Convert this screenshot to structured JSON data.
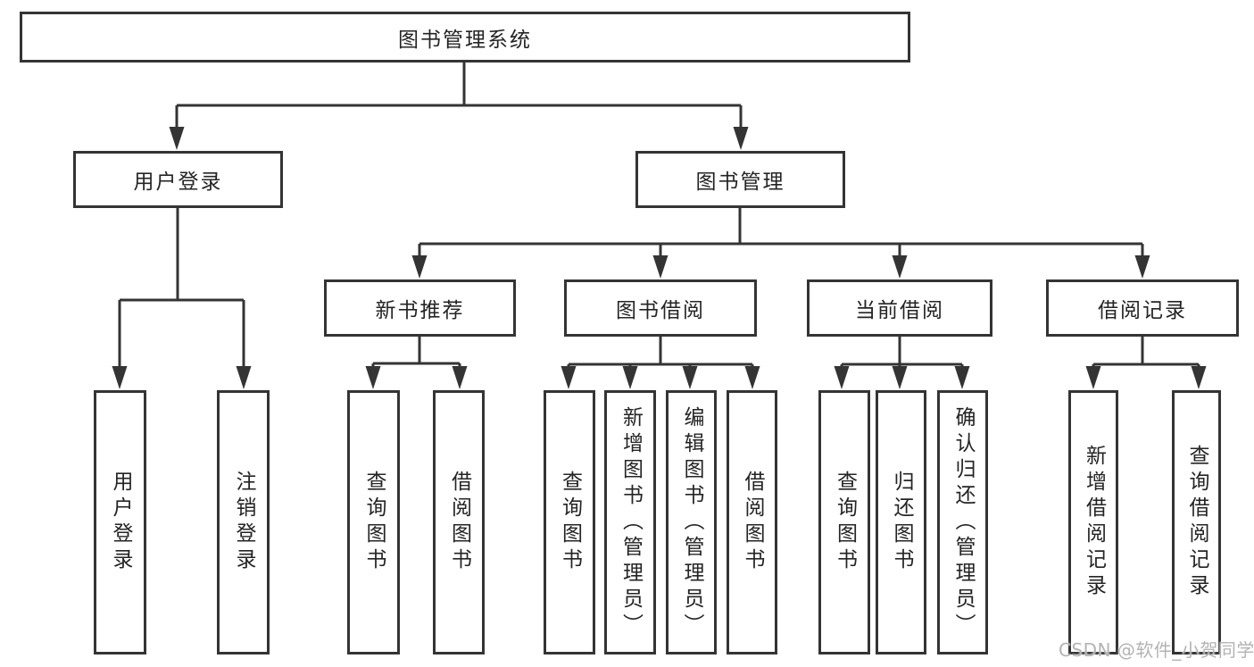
{
  "diagram_type": "hierarchy-tree",
  "colors": {
    "background": "#ffffff",
    "line": "#343434",
    "box_border": "#343434",
    "text": "#242424",
    "watermark": "#b3b3b3"
  },
  "hierarchy": {
    "label": "图书管理系统",
    "children": [
      {
        "label": "用户登录",
        "children": [
          {
            "label": "用户登录"
          },
          {
            "label": "注销登录"
          }
        ]
      },
      {
        "label": "图书管理",
        "children": [
          {
            "label": "新书推荐",
            "children": [
              {
                "label": "查询图书"
              },
              {
                "label": "借阅图书"
              }
            ]
          },
          {
            "label": "图书借阅",
            "children": [
              {
                "label": "查询图书"
              },
              {
                "label": "新增图书（管理员）"
              },
              {
                "label": "编辑图书（管理员）"
              },
              {
                "label": "借阅图书"
              }
            ]
          },
          {
            "label": "当前借阅",
            "children": [
              {
                "label": "查询图书"
              },
              {
                "label": "归还图书"
              },
              {
                "label": "确认归还（管理员）"
              }
            ]
          },
          {
            "label": "借阅记录",
            "children": [
              {
                "label": "新增借阅记录"
              },
              {
                "label": "查询借阅记录"
              }
            ]
          }
        ]
      }
    ]
  },
  "watermark": {
    "text": "CSDN @软件_小贺同学"
  }
}
